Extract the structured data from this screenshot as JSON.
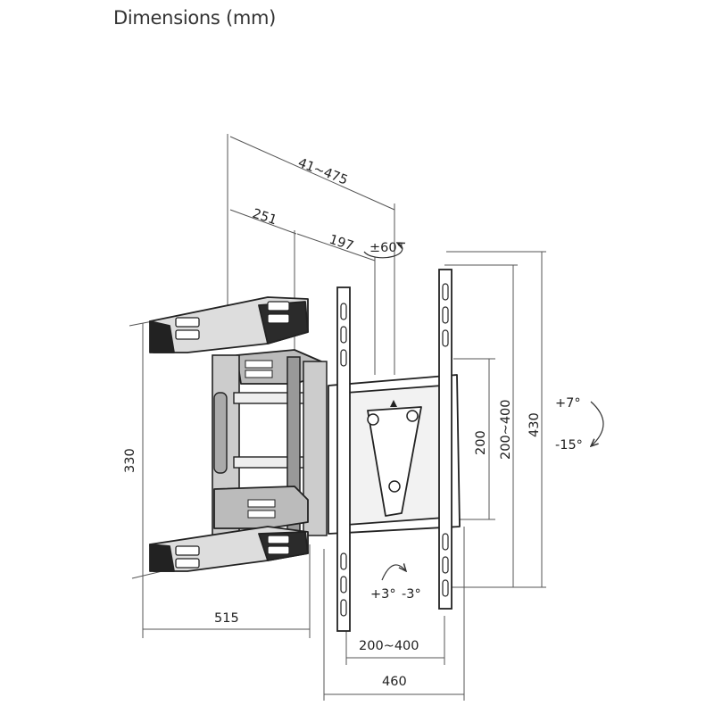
{
  "title": "Dimensions (mm)",
  "dimensions": {
    "arm_extension": "41~475",
    "arm_length": "251",
    "arm_segment": "197",
    "swivel": "±60°",
    "height_arms": "330",
    "width_arms": "515",
    "vesa_vertical_fixed": "200",
    "vesa_vertical_range": "200~400",
    "total_height": "430",
    "vesa_horizontal": "200~400",
    "total_width": "460",
    "level_plus": "+3°",
    "level_minus": "-3°",
    "tilt_up": "+7°",
    "tilt_down": "-15°"
  },
  "colors": {
    "line": "#222222",
    "dimension_line": "#555555",
    "background": "#ffffff"
  }
}
